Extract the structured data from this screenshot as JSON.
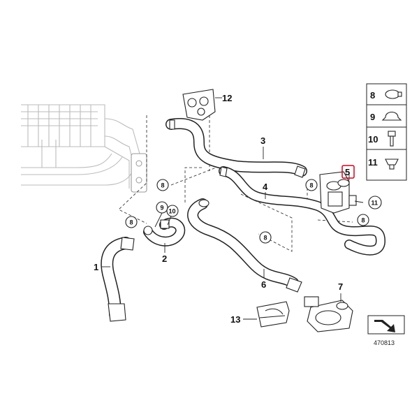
{
  "callouts": {
    "p1": "1",
    "p2": "2",
    "p3": "3",
    "p4": "4",
    "p5": "5",
    "p6": "6",
    "p7": "7",
    "p8": "8",
    "p9": "9",
    "p10": "10",
    "p11": "11",
    "p12": "12",
    "p13": "13"
  },
  "sidebar": {
    "items": [
      {
        "label": "8"
      },
      {
        "label": "9"
      },
      {
        "label": "10"
      },
      {
        "label": "11"
      }
    ]
  },
  "highlight_color": "#d0021b",
  "diagram_code": "470813"
}
